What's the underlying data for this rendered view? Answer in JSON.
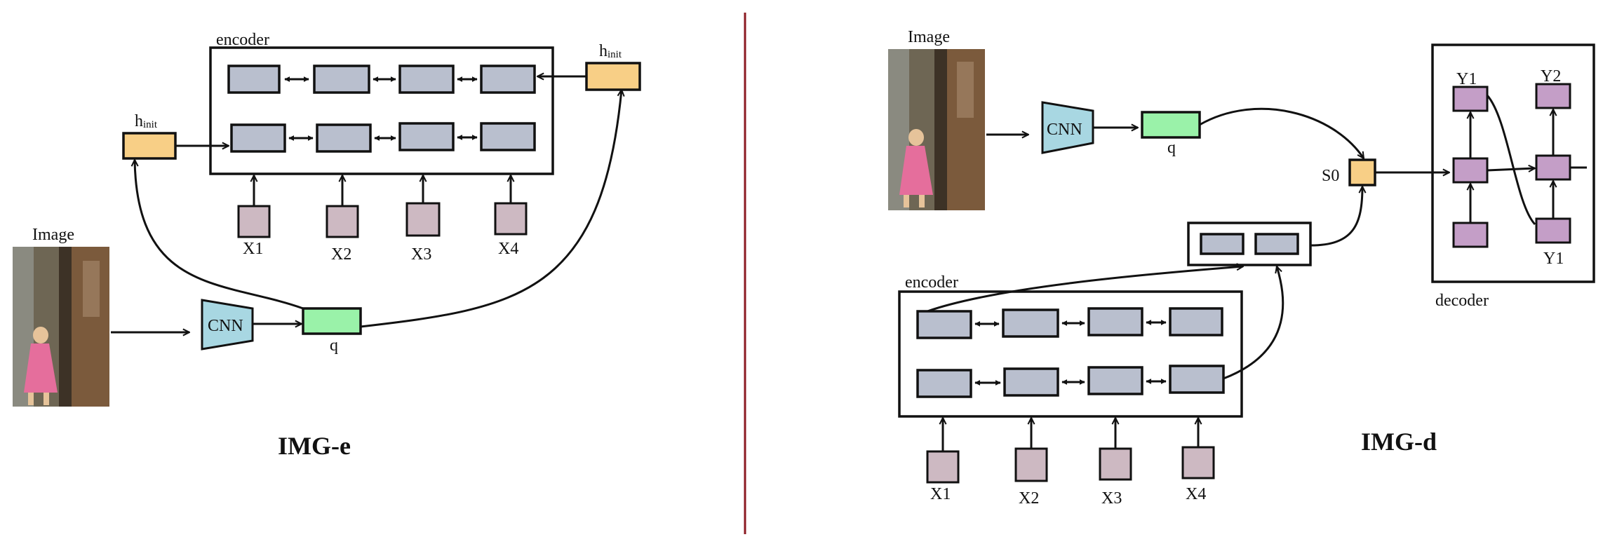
{
  "left_panel": {
    "title": "IMG-e",
    "encoder_label": "encoder",
    "hinit_left": {
      "main": "h",
      "sub": "init"
    },
    "hinit_right": {
      "main": "h",
      "sub": "init"
    },
    "image_label": "Image",
    "cnn_label": "CNN",
    "q_label": "q",
    "inputs": [
      "X1",
      "X2",
      "X3",
      "X4"
    ]
  },
  "right_panel": {
    "title": "IMG-d",
    "encoder_label": "encoder",
    "decoder_label": "decoder",
    "image_label": "Image",
    "cnn_label": "CNN",
    "q_label": "q",
    "s0_label": "S0",
    "inputs": [
      "X1",
      "X2",
      "X3",
      "X4"
    ],
    "decoder_outputs": [
      "Y1",
      "Y2"
    ],
    "decoder_input": "Y1"
  },
  "colors": {
    "divider": "#8b1a22",
    "encoder_cell": "#b9bfce",
    "input_box": "#cdb9c2",
    "hinit": "#f8cf86",
    "q_vector": "#9af2a9",
    "cnn": "#a8d7e2",
    "decoder_cell": "#c49ec7"
  }
}
